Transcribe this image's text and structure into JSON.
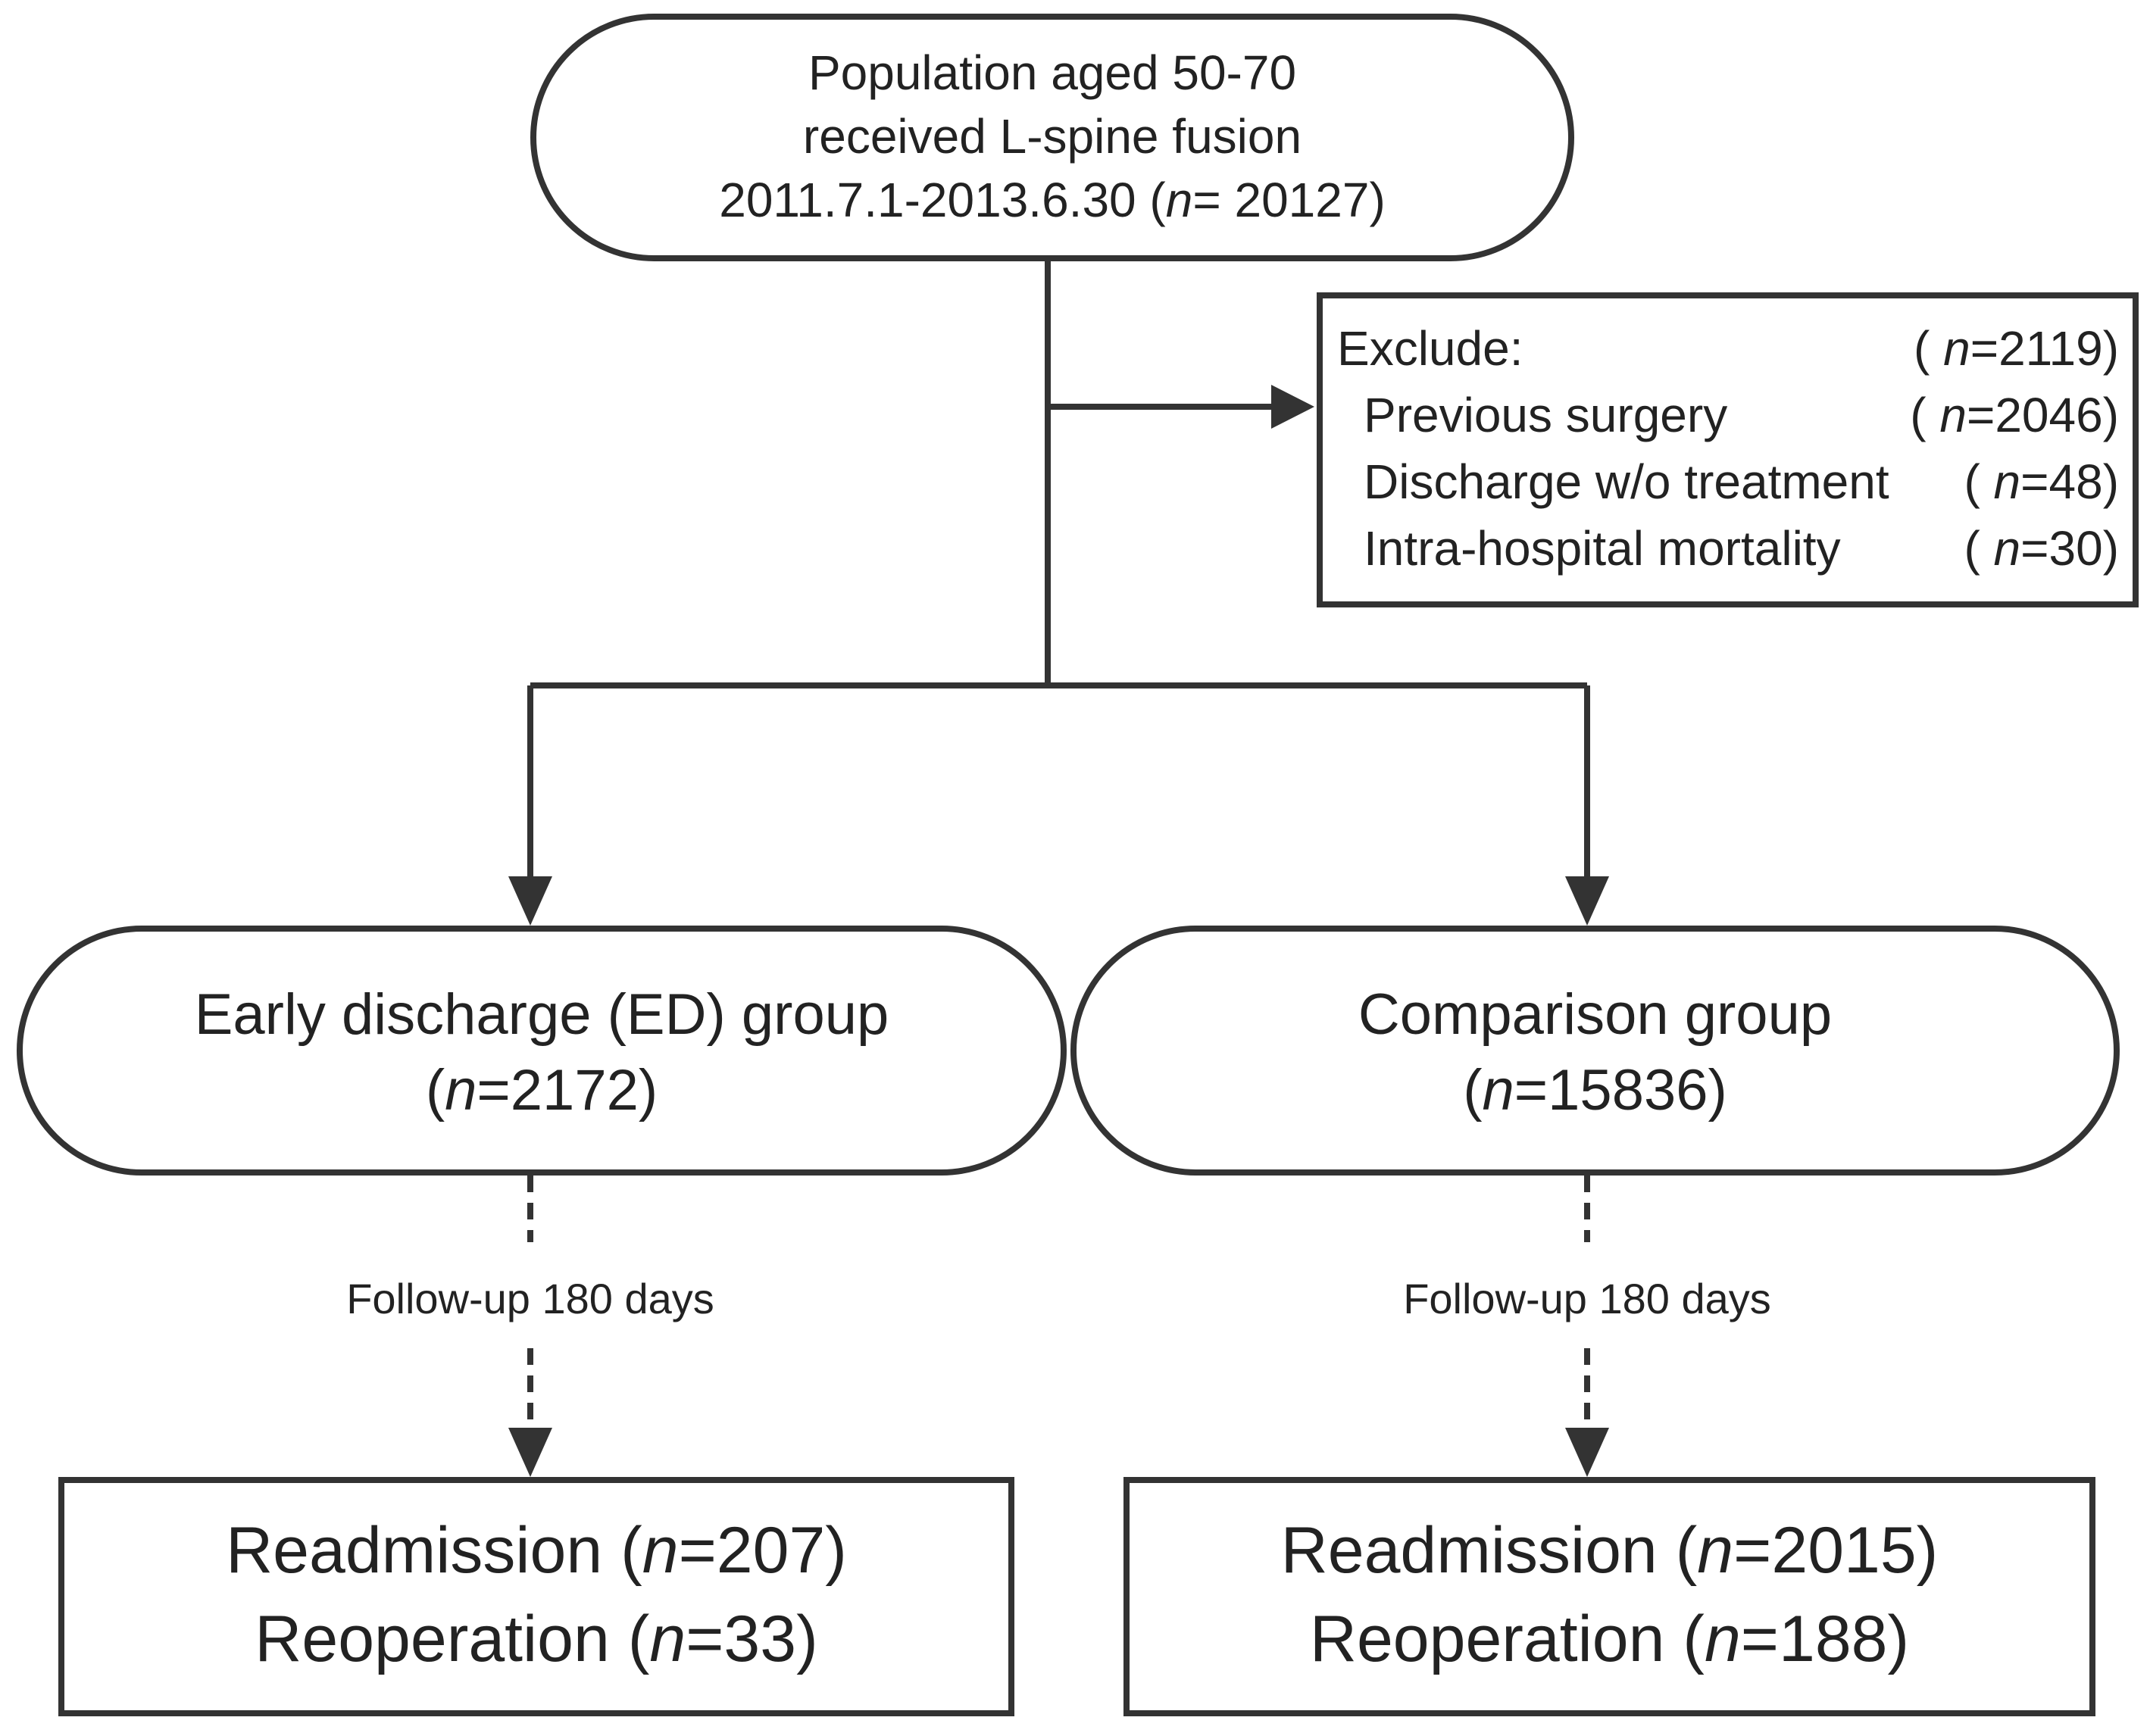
{
  "start": {
    "line1": "Population aged 50-70",
    "line2": "received L-spine fusion",
    "line3_pre": "2011.7.1-2013.6.30 (",
    "line3_n": "n",
    "line3_post": "= 20127)"
  },
  "exclude": {
    "heading": "Exclude:",
    "total": {
      "pre": "( ",
      "n": "n",
      "post": "=2119)"
    },
    "items": [
      {
        "label": "Previous surgery",
        "pre": "( ",
        "n": "n",
        "post": "=2046)"
      },
      {
        "label": "Discharge w/o treatment",
        "pre": "( ",
        "n": "n",
        "post": "=48)"
      },
      {
        "label": "Intra-hospital mortality",
        "pre": "( ",
        "n": "n",
        "post": "=30)"
      }
    ]
  },
  "groups": [
    {
      "title": "Early discharge (ED) group",
      "count_pre": "(",
      "count_n": "n",
      "count_post": "=2172)",
      "followup": "Follow-up 180 days",
      "readmission": {
        "label": "Readmission (",
        "n": "n",
        "post": "=207)"
      },
      "reoperation": {
        "label": "Reoperation (",
        "n": "n",
        "post": "=33)"
      }
    },
    {
      "title": "Comparison group",
      "count_pre": "(",
      "count_n": "n",
      "count_post": "=15836)",
      "followup": "Follow-up 180 days",
      "readmission": {
        "label": "Readmission (",
        "n": "n",
        "post": "=2015)"
      },
      "reoperation": {
        "label": "Reoperation (",
        "n": "n",
        "post": "=188)"
      }
    }
  ],
  "colors": {
    "stroke": "#333333",
    "text": "#222222",
    "background": "#ffffff"
  }
}
